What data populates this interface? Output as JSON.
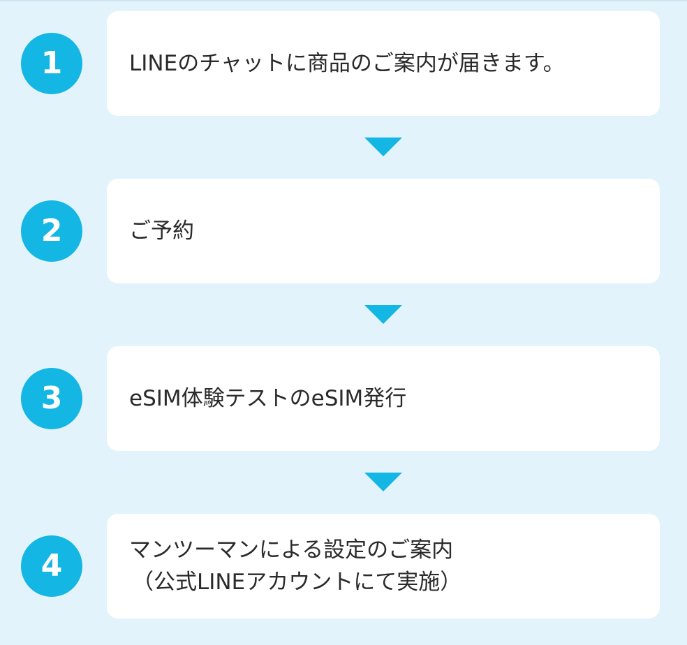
{
  "steps": [
    {
      "number": "1",
      "lines": [
        "LINEのチャットに商品のご案内が届きます。"
      ]
    },
    {
      "number": "2",
      "lines": [
        "ご予約"
      ]
    },
    {
      "number": "3",
      "lines": [
        "eSIM体験テストのeSIM発行"
      ]
    },
    {
      "number": "4",
      "lines": [
        "マンツーマンによる設定のご案内",
        "（公式LINEアカウントにて実施）"
      ]
    }
  ],
  "colors": {
    "background": "#e3f3fb",
    "accent": "#14b6e3",
    "card": "#ffffff",
    "text": "#2a2a2a"
  }
}
